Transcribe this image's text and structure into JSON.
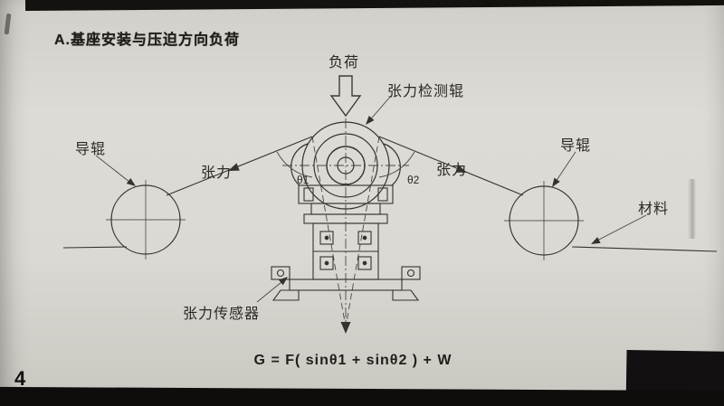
{
  "page": {
    "title": "A.基座安装与压迫方向负荷",
    "page_number": "4",
    "formula": "G = F( sinθ1 + sinθ2 ) + W"
  },
  "diagram": {
    "load_label": "负荷",
    "detection_roller_label": "张力检测辊",
    "guide_roller_left_label": "导辊",
    "guide_roller_right_label": "导辊",
    "tension_left_label": "张力",
    "tension_right_label": "张力",
    "theta1_label": "θ1",
    "theta2_label": "θ2",
    "material_label": "材料",
    "sensor_label": "张力传感器"
  },
  "colors": {
    "paper": "#d8d5d0",
    "ink": "#2b2925",
    "scan_edge_black": "#14110f"
  }
}
